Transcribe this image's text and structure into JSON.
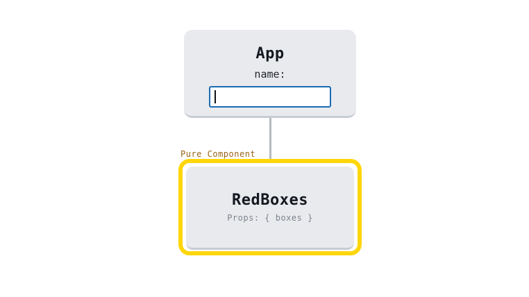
{
  "app_box": {
    "title": "App",
    "name_label": "name:",
    "input_value": ""
  },
  "red_boxes_box": {
    "annotation": "Pure Component",
    "title": "RedBoxes",
    "props": "Props: { boxes }"
  },
  "colors": {
    "box_bg": "#e9eaee",
    "box_edge": "#c8ccd4",
    "highlight": "#ffd60a",
    "annotation": "#9a6416",
    "input_border": "#1a6ab3",
    "connector": "#b4b9c1",
    "title_text": "#14181f",
    "props_text": "#7d838c"
  }
}
